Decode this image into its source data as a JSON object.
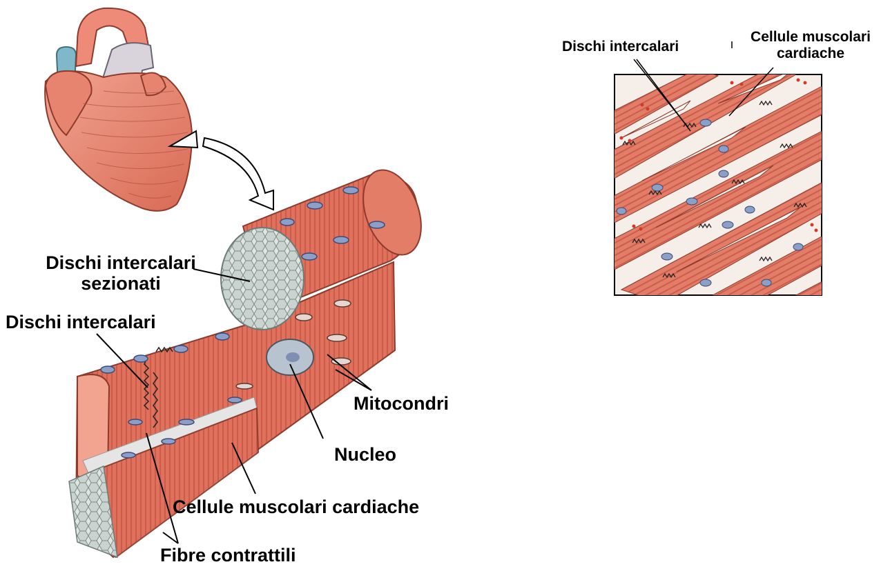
{
  "labels": {
    "dischi_sezionati_line1": "Dischi intercalari",
    "dischi_sezionati_line2": "sezionati",
    "dischi_intercalari_left": "Dischi intercalari",
    "mitocondri": "Mitocondri",
    "nucleo": "Nucleo",
    "cellule_left": "Cellule muscolari cardiache",
    "fibre_contrattili": "Fibre contrattili",
    "dischi_intercalari_right": "Dischi intercalari",
    "cellule_right_line1": "Cellule muscolari",
    "cellule_right_line2": "cardiache"
  },
  "colors": {
    "muscle": "#e0715d",
    "muscle_dark": "#b94a3a",
    "muscle_light": "#f2a491",
    "nucleus": "#8c9fc9",
    "section": "#c9d3cf",
    "disc_line": "#222222",
    "leader": "#000000"
  },
  "icons": {
    "heart": "heart-illustration",
    "arrow": "curved-arrow-icon",
    "tissue": "cardiac-muscle-tissue-icon",
    "micrograph": "cardiac-tissue-section-icon"
  }
}
